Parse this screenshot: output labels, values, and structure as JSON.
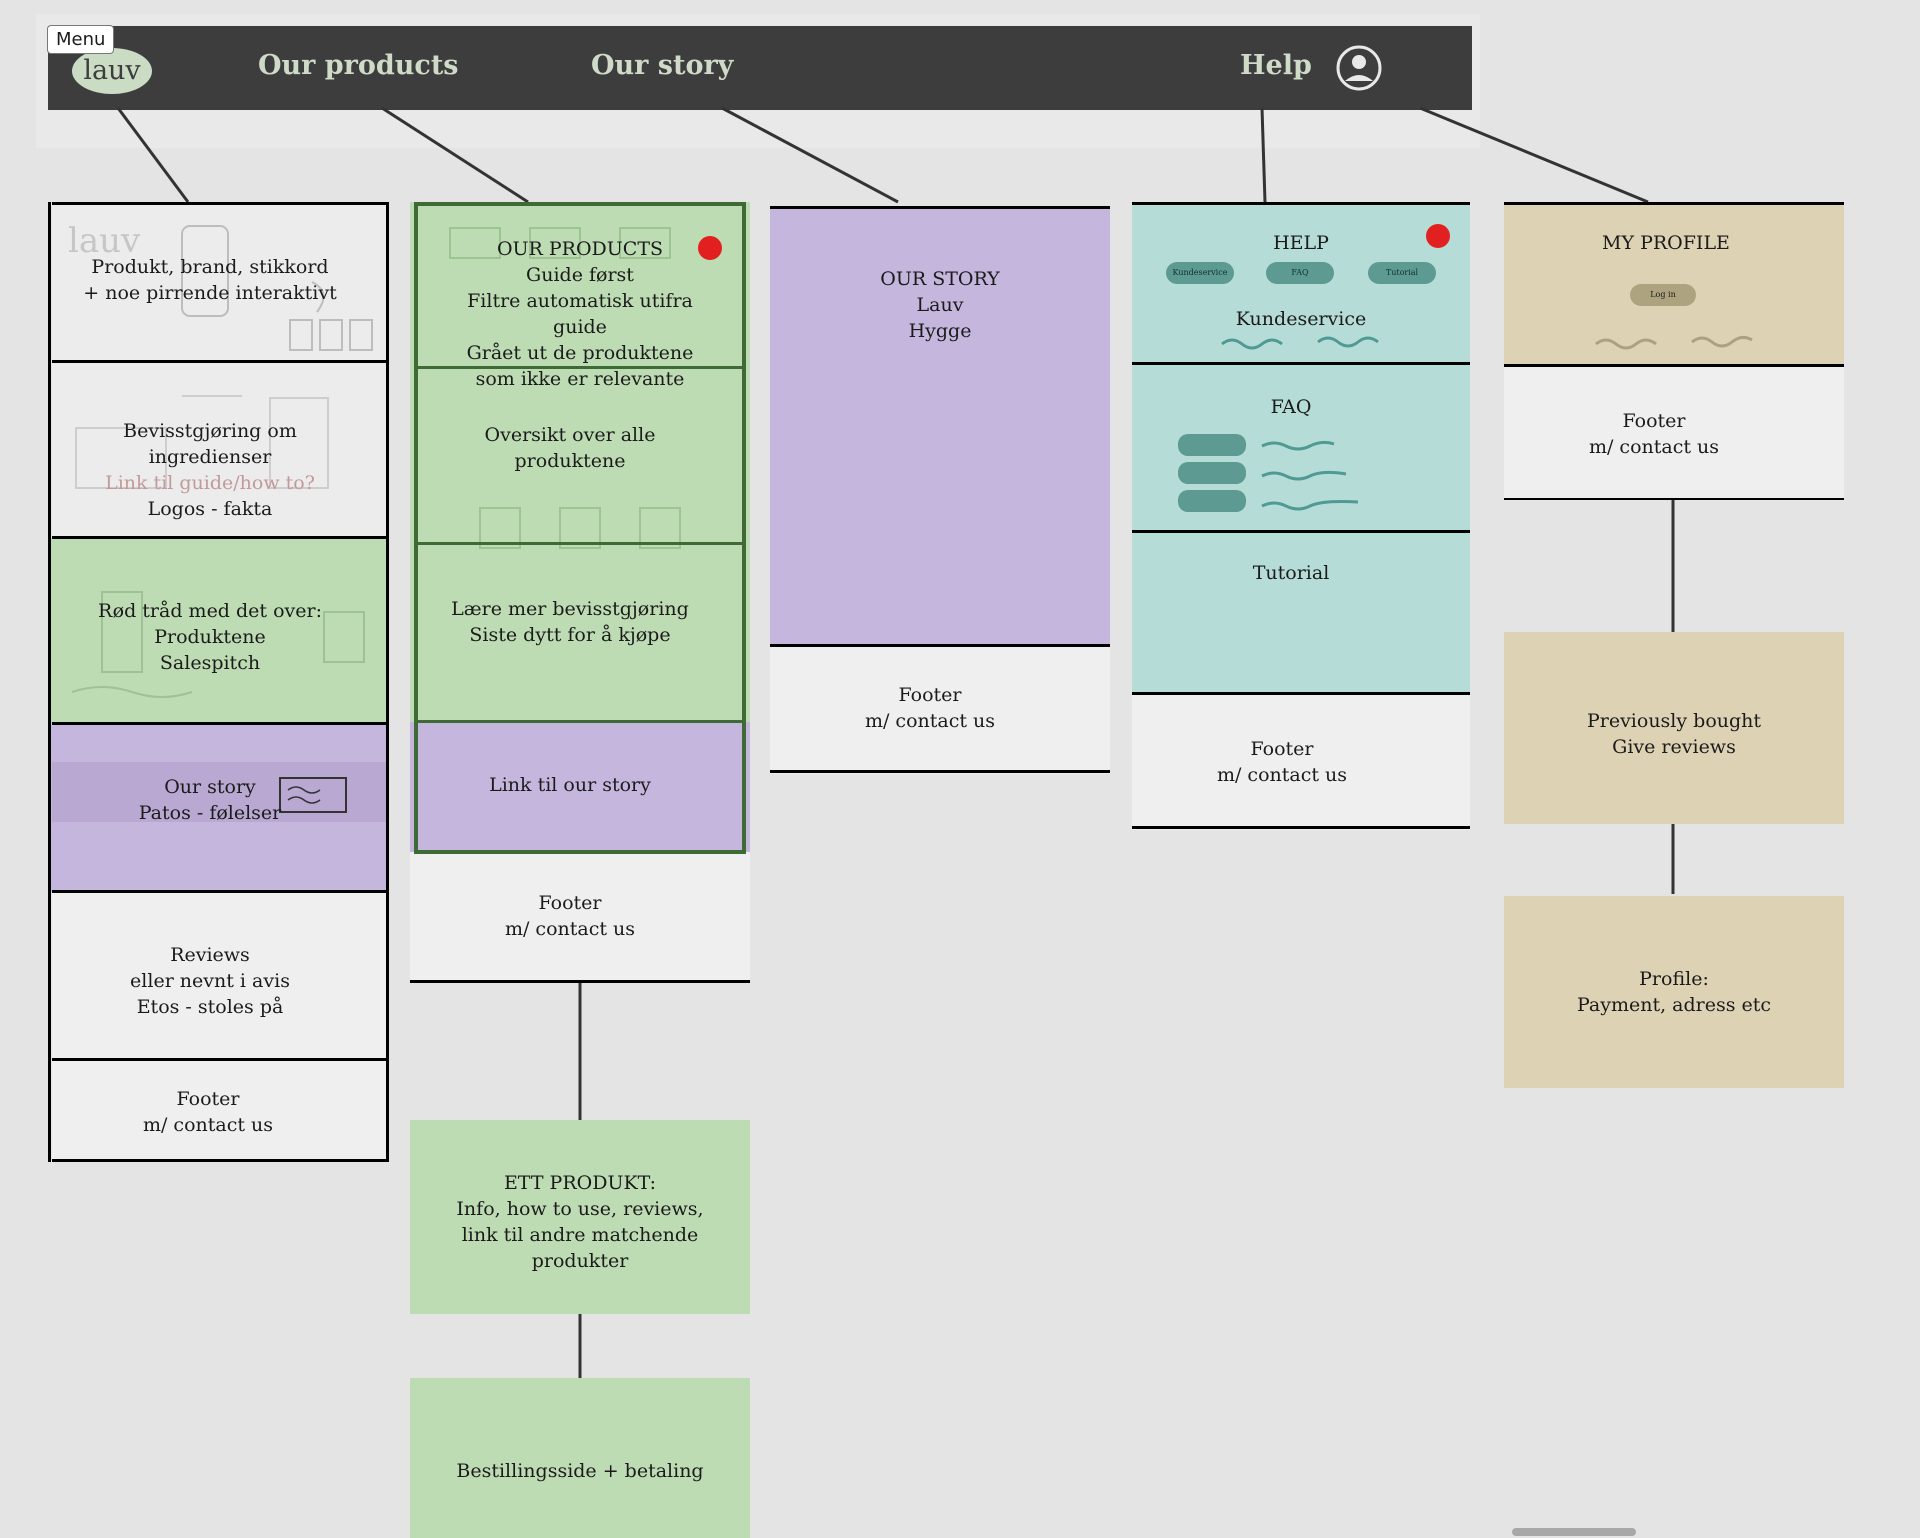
{
  "nav": {
    "menu_label": "Menu",
    "logo": "lauv",
    "links": [
      "Our products",
      "Our story",
      "Help"
    ]
  },
  "home": {
    "s1": "Produkt, brand, stikkord\n+ noe pirrende interaktivt",
    "s2a": "Bevisstgjøring om\ningredienser",
    "s2b": "Link til guide/how to?",
    "s2c": "Logos - fakta",
    "s3": "Rød tråd med det over:\nProduktene\nSalespitch",
    "s4": "Our story\nPatos - følelser",
    "s5": "Reviews\neller nevnt i avis\nEtos - stoles på",
    "footer": "Footer\nm/ contact us"
  },
  "products": {
    "s1": "OUR PRODUCTS\nGuide først\nFiltre automatisk utifra\nguide\nGrået ut de produktene\nsom ikke er relevante",
    "s2": "Oversikt over alle\nproduktene",
    "s3": "Lære mer bevisstgjøring\nSiste dytt for å kjøpe",
    "s4": "Link til our story",
    "footer": "Footer\nm/ contact us",
    "product": "ETT PRODUKT:\nInfo, how to use, reviews,\nlink til andre matchende\nprodukter",
    "checkout": "Bestillingsside + betaling"
  },
  "story": {
    "s1": "OUR STORY\nLauv\nHygge",
    "footer": "Footer\nm/ contact us"
  },
  "help": {
    "title": "HELP",
    "pills": [
      "Kundeservice",
      "FAQ",
      "Tutorial"
    ],
    "kundeservice": "Kundeservice",
    "faq": "FAQ",
    "tutorial": "Tutorial",
    "footer": "Footer\nm/ contact us"
  },
  "profile": {
    "title": "MY PROFILE",
    "login": "Log in",
    "footer": "Footer\nm/ contact us",
    "previous": "Previously bought\nGive reviews",
    "profile": "Profile:\nPayment, adress etc"
  },
  "colors": {
    "green": "#bedcb4",
    "purple": "#c5b6de",
    "teal": "#b6dcd8",
    "tan": "#ded2b4",
    "footer_gray": "#eeeeee"
  }
}
